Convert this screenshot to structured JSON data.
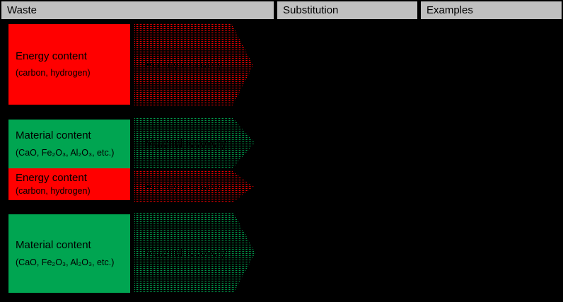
{
  "colors": {
    "canvas_bg": "#000000",
    "header_bg": "#c0c0c0",
    "box_red": "#ff0000",
    "box_green": "#00a551",
    "text": "#000000"
  },
  "header": {
    "columns": [
      {
        "label": "Waste"
      },
      {
        "label": "Substitution"
      },
      {
        "label": "Examples"
      }
    ]
  },
  "rows": [
    {
      "waste_boxes": [
        {
          "title": "Energy content",
          "subtitle": "(carbon, hydrogen)",
          "color": "red"
        }
      ],
      "arrows": [
        {
          "label": "Energy recovery",
          "color": "red"
        }
      ]
    },
    {
      "waste_boxes": [
        {
          "title": "Material content",
          "subtitle": "(CaO, Fe₂O₃, Al₂O₃, etc.)",
          "color": "green"
        },
        {
          "title": "Energy content",
          "subtitle": "(carbon, hydrogen)",
          "color": "red"
        }
      ],
      "arrows": [
        {
          "label": "Material recovery",
          "color": "green"
        },
        {
          "label": "Energy recovery",
          "color": "red"
        }
      ]
    },
    {
      "waste_boxes": [
        {
          "title": "Material content",
          "subtitle": "(CaO, Fe₂O₃, Al₂O₃, etc.)",
          "color": "green"
        }
      ],
      "arrows": [
        {
          "label": "Material recovery",
          "color": "green"
        }
      ]
    }
  ]
}
